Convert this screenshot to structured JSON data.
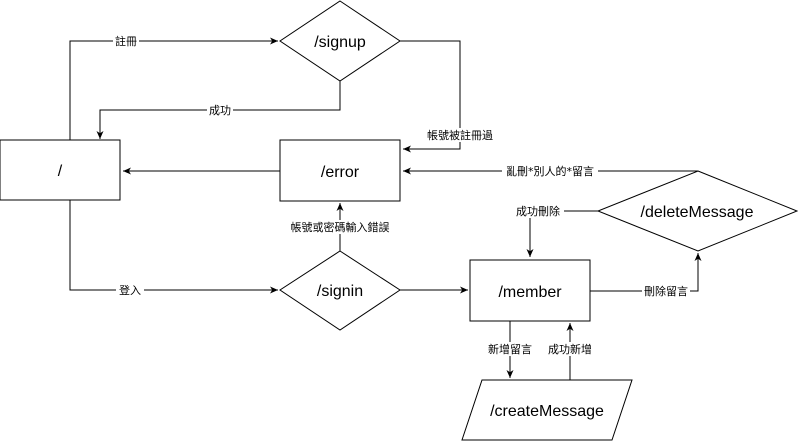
{
  "nodes": {
    "root": {
      "label": "/"
    },
    "signup": {
      "label": "/signup"
    },
    "error": {
      "label": "/error"
    },
    "signin": {
      "label": "/signin"
    },
    "member": {
      "label": "/member"
    },
    "delete_message": {
      "label": "/deleteMessage"
    },
    "create_message": {
      "label": "/createMessage"
    }
  },
  "edges": {
    "register": "註冊",
    "signup_success": "成功",
    "account_registered": "帳號被註冊過",
    "login": "登入",
    "login_error": "帳號或密碼輸入錯誤",
    "delete_others": "亂刪*別人的*留言",
    "delete_success": "成功刪除",
    "delete_message": "刪除留言",
    "add_message": "新增留言",
    "add_success": "成功新增"
  }
}
